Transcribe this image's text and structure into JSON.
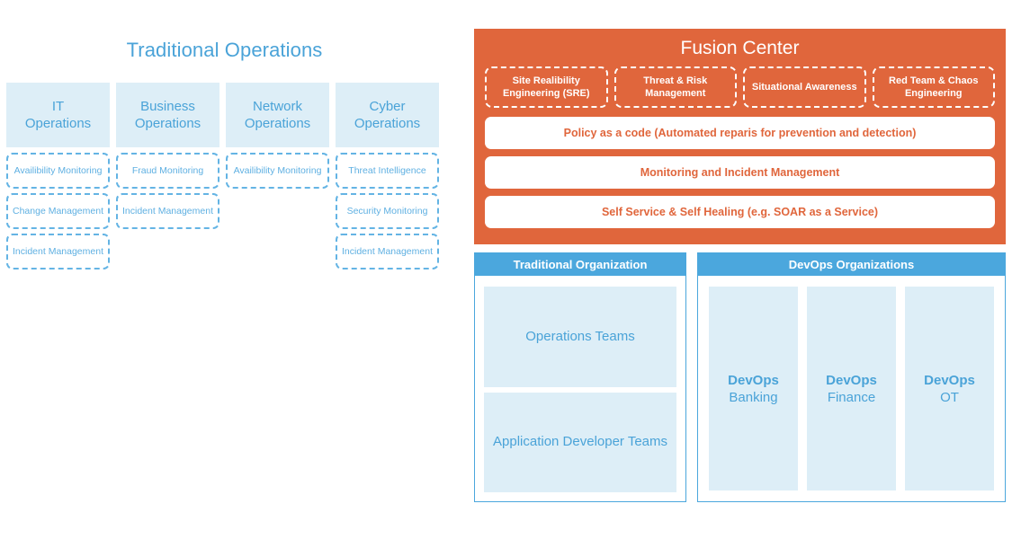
{
  "traditional_operations": {
    "title": "Traditional Operations",
    "columns": [
      {
        "name": "IT Operations",
        "head_line1": "IT",
        "head_line2": "Operations",
        "subitems": [
          "Availibility Monitoring",
          "Change Management",
          "Incident Management"
        ]
      },
      {
        "name": "Business Operations",
        "head_line1": "Business",
        "head_line2": "Operations",
        "subitems": [
          "Fraud Monitoring",
          "Incident Management"
        ]
      },
      {
        "name": "Network Operations",
        "head_line1": "Network",
        "head_line2": "Operations",
        "subitems": [
          "Availibility Monitoring"
        ]
      },
      {
        "name": "Cyber Operations",
        "head_line1": "Cyber",
        "head_line2": "Operations",
        "subitems": [
          "Threat Intelligence",
          "Security Monitoring",
          "Incident Management"
        ]
      }
    ]
  },
  "fusion_center": {
    "title": "Fusion Center",
    "pillars": [
      "Site Realibility Engineering (SRE)",
      "Threat & Risk Management",
      "Situational Awareness",
      "Red Team & Chaos Engineering"
    ],
    "bars": [
      "Policy as a code (Automated reparis for prevention and detection)",
      "Monitoring and Incident Management",
      "Self Service & Self Healing (e.g. SOAR as a Service)"
    ]
  },
  "traditional_organization": {
    "header": "Traditional Organization",
    "teams": [
      "Operations Teams",
      "Application Developer Teams"
    ]
  },
  "devops_organizations": {
    "header": "DevOps Organizations",
    "teams": [
      {
        "line1": "DevOps",
        "line2": "Banking"
      },
      {
        "line1": "DevOps",
        "line2": "Finance"
      },
      {
        "line1": "DevOps",
        "line2": "OT"
      }
    ]
  },
  "colors": {
    "accent_blue": "#4ba7dd",
    "light_blue_fill": "#ddeef7",
    "text_blue": "#4aa3d8",
    "dashed_blue": "#64b4e4",
    "orange": "#e0663c",
    "white": "#ffffff"
  }
}
